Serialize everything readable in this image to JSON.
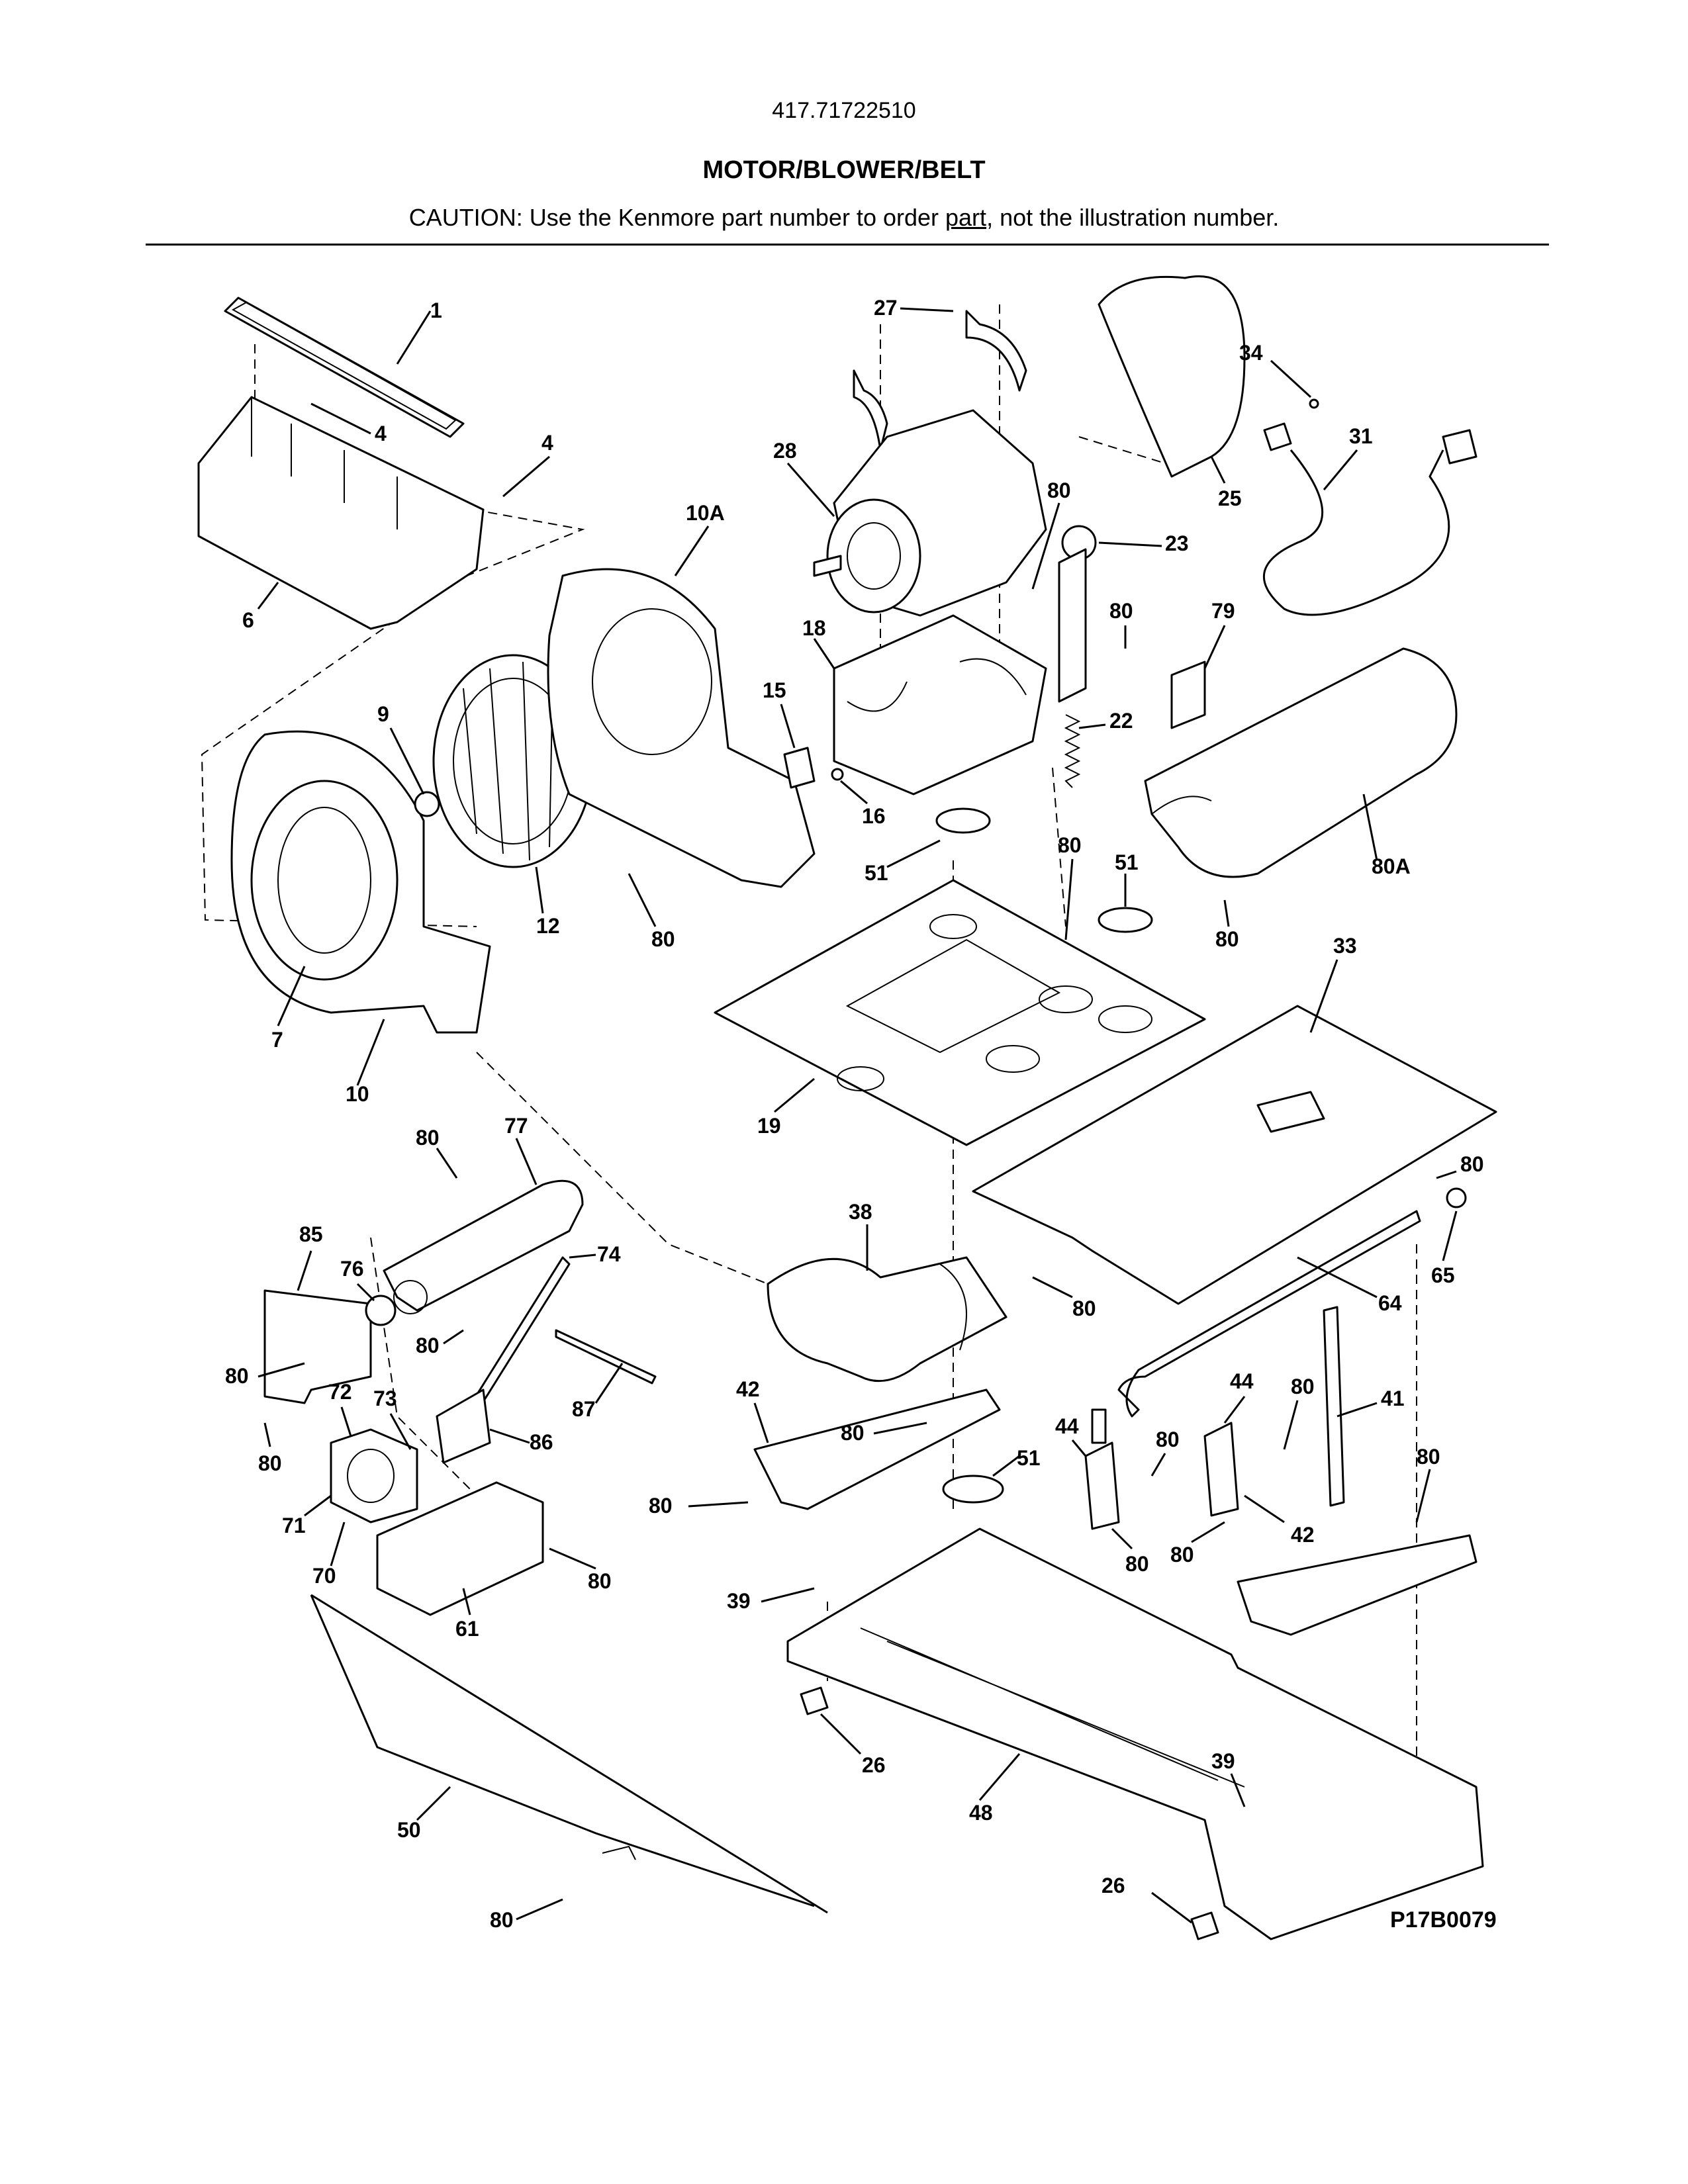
{
  "header": {
    "model_number": "417.71722510",
    "title": "MOTOR/BLOWER/BELT",
    "caution_prefix": "CAUTION: Use the Kenmore part number to order ",
    "caution_link": "part",
    "caution_suffix": ", not the illustration number."
  },
  "diagram": {
    "code": "P17B0079",
    "callouts": [
      "1",
      "4",
      "4",
      "6",
      "10A",
      "9",
      "12",
      "80",
      "7",
      "10",
      "27",
      "28",
      "80",
      "18",
      "15",
      "16",
      "51",
      "80",
      "51",
      "19",
      "25",
      "34",
      "31",
      "23",
      "80",
      "79",
      "22",
      "80A",
      "80",
      "33",
      "80",
      "65",
      "64",
      "41",
      "77",
      "80",
      "85",
      "76",
      "74",
      "80",
      "80",
      "72",
      "73",
      "87",
      "86",
      "80",
      "71",
      "70",
      "80",
      "61",
      "38",
      "80",
      "42",
      "80",
      "51",
      "80",
      "44",
      "80",
      "44",
      "80",
      "80",
      "80",
      "42",
      "80",
      "39",
      "26",
      "48",
      "39",
      "26",
      "50",
      "80"
    ]
  }
}
